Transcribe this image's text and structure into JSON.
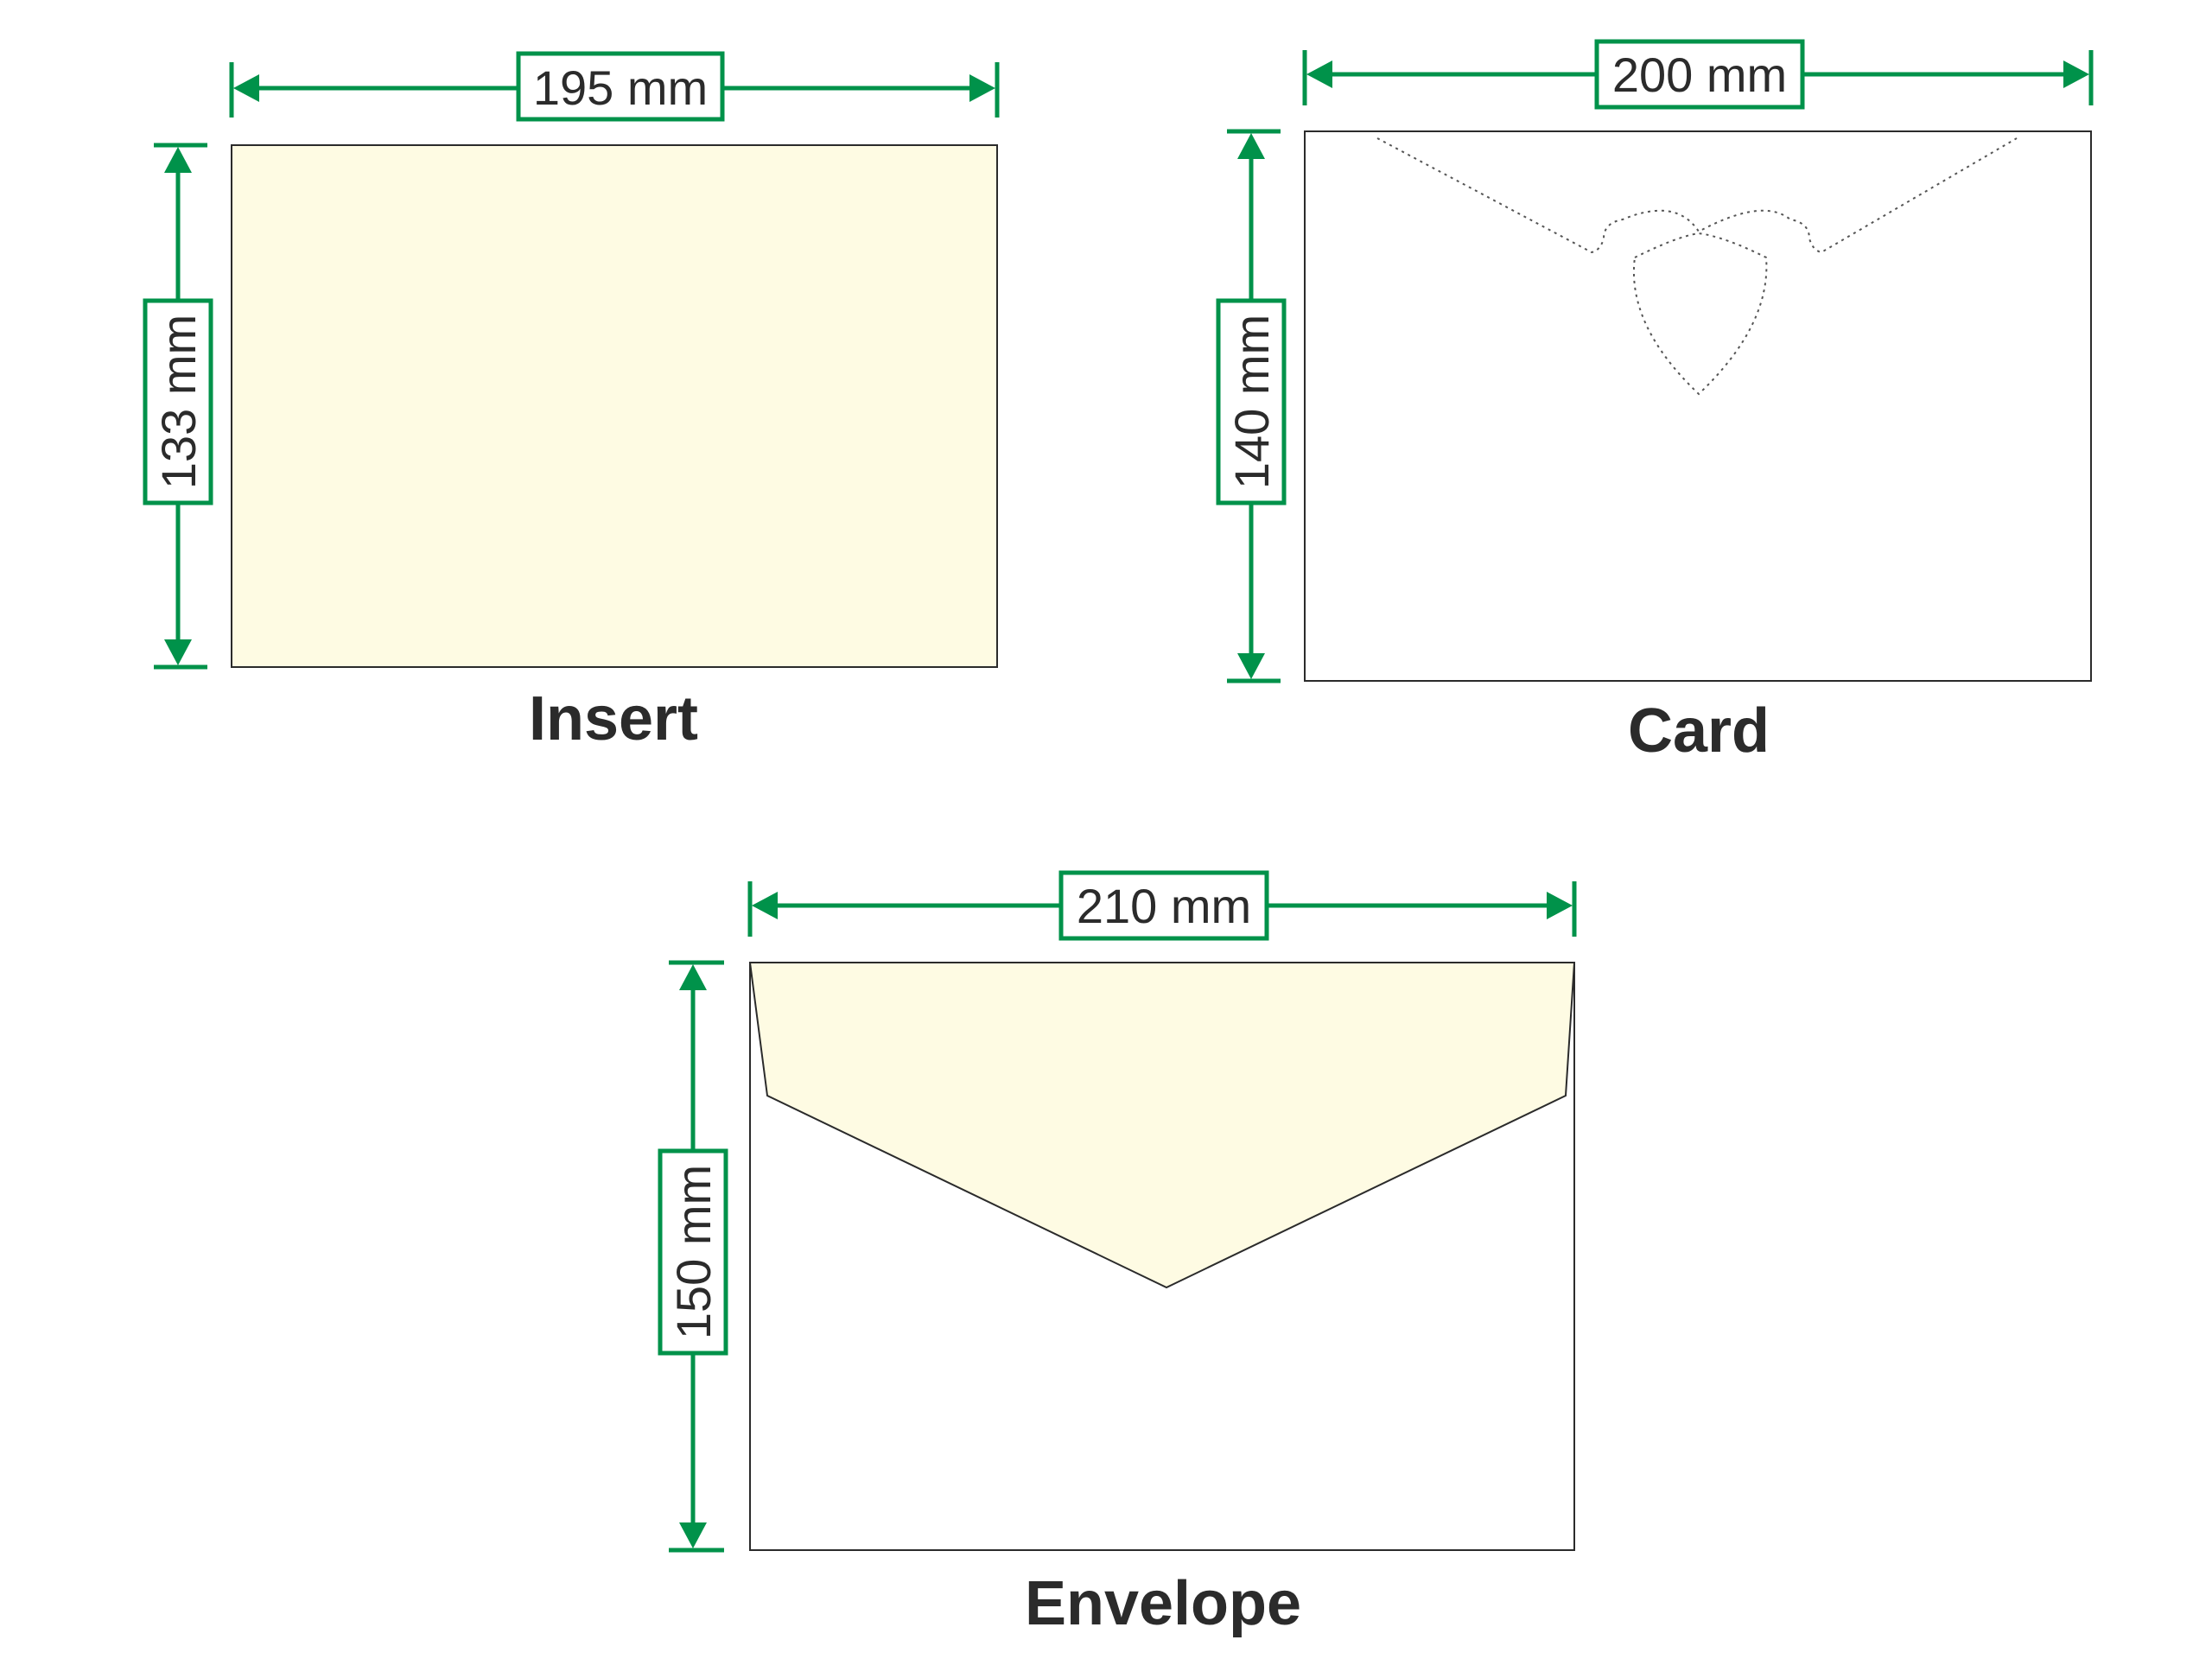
{
  "colors": {
    "dimension": "#00924a",
    "paper_fill": "#fefbe3",
    "outline": "#2b2b2b",
    "text": "#2b2b2b"
  },
  "insert": {
    "caption": "Insert",
    "width_label": "195 mm",
    "height_label": "133 mm"
  },
  "card": {
    "caption": "Card",
    "width_label": "200 mm",
    "height_label": "140 mm"
  },
  "envelope": {
    "caption": "Envelope",
    "width_label": "210 mm",
    "height_label": "150 mm"
  }
}
